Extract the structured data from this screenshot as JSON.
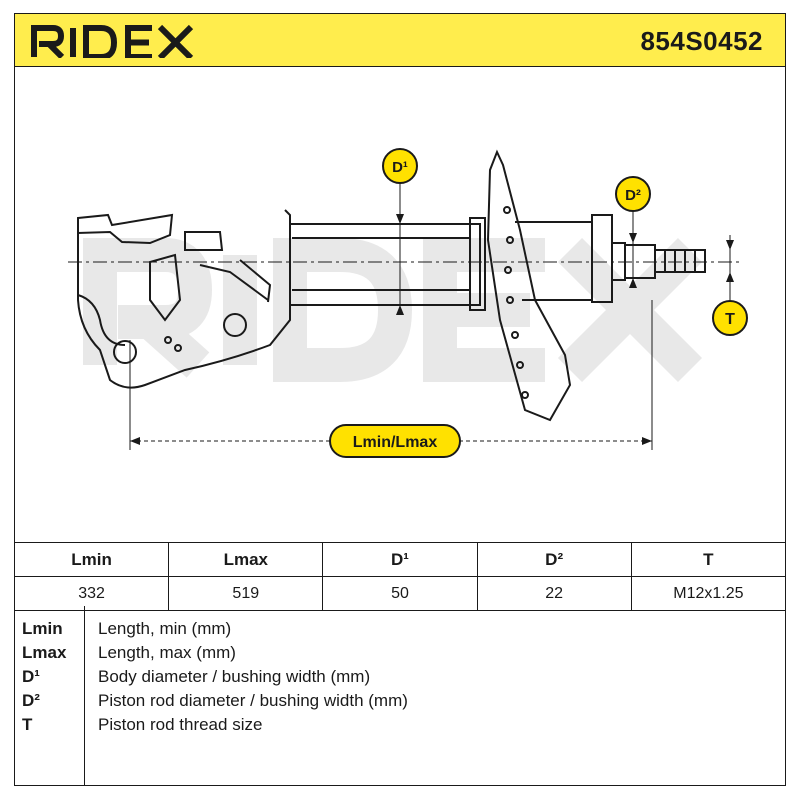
{
  "header": {
    "brand": "RIDEX",
    "part_number": "854S0452"
  },
  "drawing": {
    "labels": {
      "d1": "D¹",
      "d2": "D²",
      "t": "T",
      "length": "Lmin/Lmax"
    },
    "watermark": "RIDEX"
  },
  "table": {
    "headers": [
      "Lmin",
      "Lmax",
      "D¹",
      "D²",
      "T"
    ],
    "values": [
      "332",
      "519",
      "50",
      "22",
      "M12x1.25"
    ]
  },
  "legend": [
    {
      "key": "Lmin",
      "desc": "Length, min (mm)"
    },
    {
      "key": "Lmax",
      "desc": "Length, max (mm)"
    },
    {
      "key": "D¹",
      "desc": "Body diameter / bushing width (mm)"
    },
    {
      "key": "D²",
      "desc": "Piston rod diameter / bushing width (mm)"
    },
    {
      "key": "T",
      "desc": "Piston rod thread size"
    }
  ],
  "colors": {
    "header_bg": "#ffed4d",
    "badge_bg": "#ffe100",
    "line": "#1a1a1a"
  }
}
